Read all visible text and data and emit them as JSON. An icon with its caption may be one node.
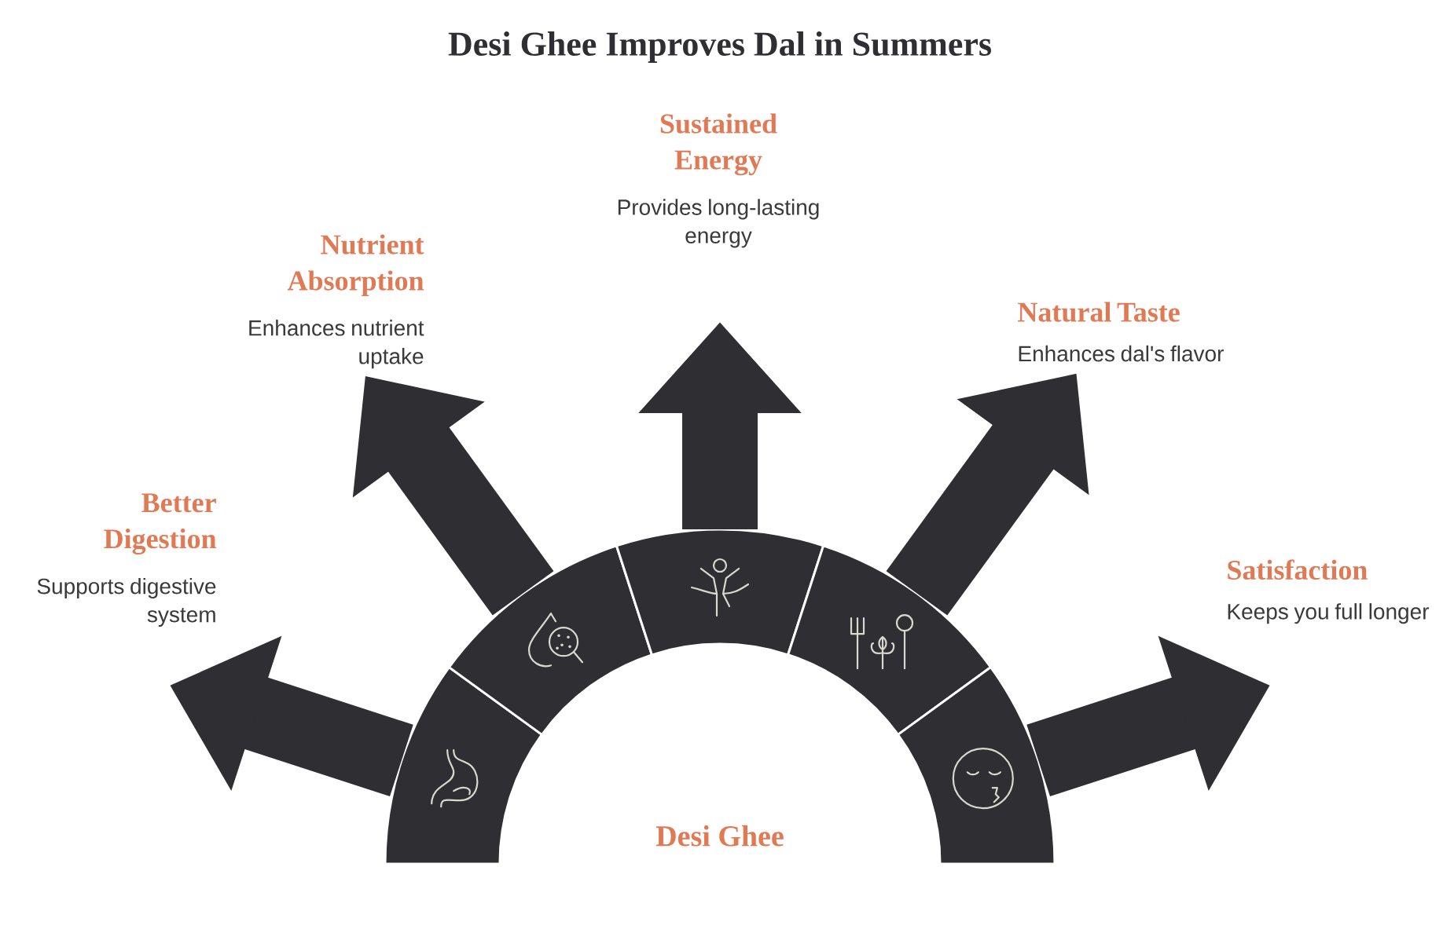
{
  "diagram": {
    "title": "Desi Ghee Improves Dal in Summers",
    "nodes": [
      {
        "text": [
          "Desi Ghee"
        ]
      },
      {
        "text": [
          "Better Digestion",
          "Supports digestive system"
        ]
      },
      {
        "text": [
          "Nutrient Absorption",
          "Enhances nutrient uptake"
        ]
      },
      {
        "text": [
          "Sustained Energy",
          "Provides long-lasting energy"
        ]
      },
      {
        "text": [
          "Natural Taste",
          "Enhances dal's flavor"
        ]
      },
      {
        "text": [
          "Satisfaction",
          "Keeps you full longer"
        ]
      }
    ],
    "edges": [
      {
        "from": 0,
        "to": 1,
        "arrow": "to"
      },
      {
        "from": 0,
        "to": 2,
        "arrow": "to"
      },
      {
        "from": 0,
        "to": 3,
        "arrow": "to"
      },
      {
        "from": 0,
        "to": 4,
        "arrow": "to"
      },
      {
        "from": 0,
        "to": 5,
        "arrow": "to"
      }
    ]
  }
}
